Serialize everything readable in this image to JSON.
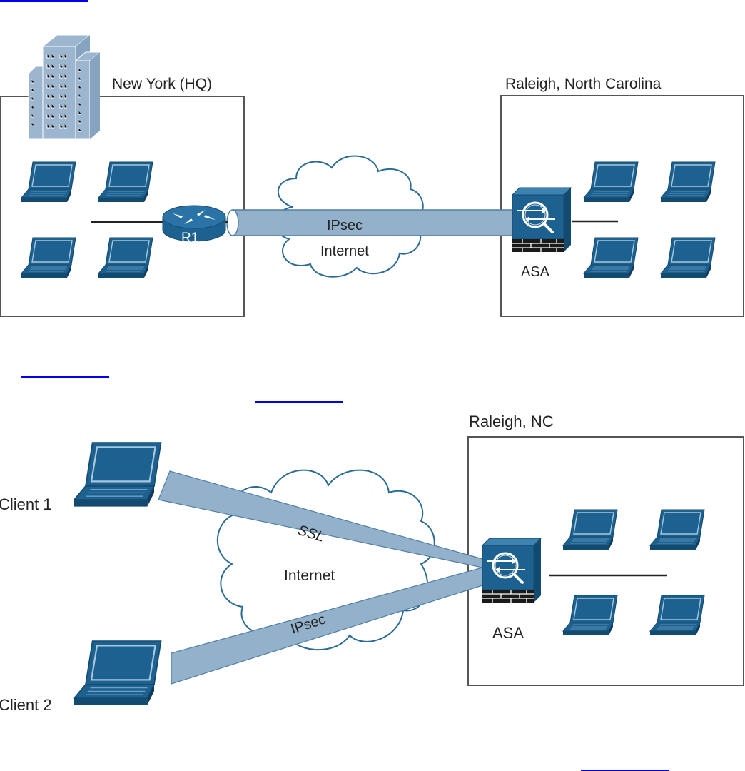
{
  "colors": {
    "device_blue": "#1d6190",
    "device_dark": "#134a70",
    "device_light": "#3d82b0",
    "tunnel_fill": "#93b1cb",
    "tunnel_stroke": "#4f7fa5",
    "building": "#9cb6cf",
    "cloud_stroke": "#2a6b96",
    "box_stroke": "#555555",
    "link_blue": "#0000ee"
  },
  "figure1": {
    "site_a": {
      "label": "New York (HQ)",
      "router_label": "R1",
      "laptop_count": 4
    },
    "site_b": {
      "label": "Raleigh, North Carolina",
      "firewall_label": "ASA",
      "laptop_count": 4
    },
    "cloud_label": "Internet",
    "tunnel_label": "IPsec"
  },
  "figure2": {
    "clients": [
      {
        "label": "Client 1",
        "tunnel_label": "SSL"
      },
      {
        "label": "Client 2",
        "tunnel_label": "IPsec"
      }
    ],
    "cloud_label": "Internet",
    "site": {
      "label": "Raleigh, NC",
      "firewall_label": "ASA",
      "laptop_count": 4
    }
  },
  "links": [
    {
      "name": "link-top"
    },
    {
      "name": "link-middle-1"
    },
    {
      "name": "link-middle-2"
    },
    {
      "name": "link-bottom"
    }
  ]
}
